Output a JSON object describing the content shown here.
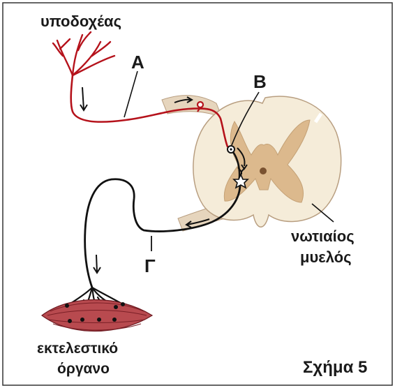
{
  "figure": {
    "label_receptor": "υποδοχέας",
    "label_a": "Α",
    "label_b": "Β",
    "label_g": "Γ",
    "label_spinal_line1": "νωτιαίος",
    "label_spinal_line2": "μυελός",
    "label_effector_line1": "εκτελεστικό",
    "label_effector_line2": "όργανο",
    "caption": "Σχήμα 5"
  },
  "colors": {
    "sensory_neuron": "#b5121b",
    "motor_neuron": "#111111",
    "white_matter": "#f5ecd9",
    "grey_matter": "#dcb98d",
    "root": "#e6d5bd",
    "muscle": "#b84a4f",
    "muscle_stripe": "#7a1f26",
    "frame": "#333333"
  }
}
